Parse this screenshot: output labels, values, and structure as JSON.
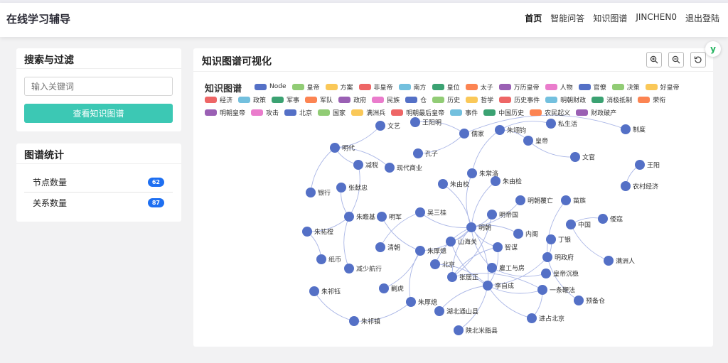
{
  "header": {
    "brand": "在线学习辅导",
    "nav": [
      "首页",
      "智能问答",
      "知识图谱",
      "JINCHEN0",
      "退出登陆"
    ]
  },
  "search_card": {
    "title": "搜索与过滤",
    "placeholder": "输入关键词",
    "button": "查看知识图谱"
  },
  "stats_card": {
    "title": "图谱统计",
    "items": [
      {
        "label": "节点数量",
        "value": "62"
      },
      {
        "label": "关系数量",
        "value": "87"
      }
    ]
  },
  "graph_card": {
    "title": "知识图谱可视化",
    "graph_title": "知识图谱",
    "tools": [
      "zoom-in-icon",
      "zoom-out-icon",
      "reset-icon"
    ],
    "palette": [
      "#5470c6",
      "#91cc75",
      "#fac858",
      "#ee6666",
      "#73c0de",
      "#3ba272",
      "#fc8452",
      "#9a60b4",
      "#ea7ccc"
    ],
    "legend": [
      "Node",
      "皇帝",
      "方案",
      "非皇帝",
      "南方",
      "皇位",
      "太子",
      "万历皇帝",
      "人物",
      "官僚",
      "决策",
      "好皇帝",
      "经济",
      "政策",
      "军事",
      "军队",
      "政府",
      "民族",
      "仓",
      "历史",
      "哲学",
      "历史事件",
      "明朝财政",
      "消极抵制",
      "荣衔",
      "明朝皇帝",
      "攻击",
      "北京",
      "国家",
      "满洲兵",
      "明朝最后皇帝",
      "事件",
      "中国历史",
      "农民起义",
      "财政破产"
    ],
    "node_color": "#5470c6",
    "nodes": [
      "文艺",
      "王阳明",
      "儒家",
      "朱翊钧",
      "私生活",
      "皇帝",
      "文官",
      "明代",
      "减税",
      "现代商业",
      "孔子",
      "朱常洛",
      "朱由校",
      "朱由检",
      "银行",
      "张献忠",
      "明朝覆亡",
      "苗族",
      "吴三桂",
      "朱瞻基",
      "明军",
      "朱祐樘",
      "明朝",
      "明帝国",
      "内阁",
      "丁银",
      "中国",
      "倭寇",
      "山海关",
      "智谋",
      "清朝",
      "朱厚熜",
      "纸币",
      "明政府",
      "满洲人",
      "北京",
      "减少航行",
      "张居正",
      "雇工与房",
      "皇帝沉稳",
      "李自成",
      "一条鞭法",
      "剿虎",
      "朱祁钰",
      "预备仓",
      "朱厚熄",
      "湖北通山县",
      "进占北京",
      "朱祁镇",
      "陕北米脂县",
      "农村经济",
      "制度",
      "王阳"
    ],
    "edges": [
      [
        "文艺",
        "明代"
      ],
      [
        "明代",
        "减税"
      ],
      [
        "明代",
        "现代商业"
      ],
      [
        "明代",
        "银行"
      ],
      [
        "减税",
        "朱瞻基"
      ],
      [
        "张献忠",
        "朱瞻基"
      ],
      [
        "朱瞻基",
        "朱祐樘"
      ],
      [
        "朱瞻基",
        "减少航行"
      ],
      [
        "朱祐樘",
        "纸币"
      ],
      [
        "明军",
        "朱厚熜"
      ],
      [
        "清朝",
        "吴三桂"
      ],
      [
        "吴三桂",
        "明朝"
      ],
      [
        "王阳明",
        "儒家"
      ],
      [
        "孔子",
        "儒家"
      ],
      [
        "儒家",
        "制度"
      ],
      [
        "朱翊钧",
        "朱常洛"
      ],
      [
        "朱翊钧",
        "私生活"
      ],
      [
        "皇帝",
        "文官"
      ],
      [
        "朱翊钧",
        "皇帝"
      ],
      [
        "朱常洛",
        "明朝"
      ],
      [
        "朱由校",
        "明朝"
      ],
      [
        "朱由检",
        "明朝"
      ],
      [
        "明朝覆亡",
        "明朝"
      ],
      [
        "明朝",
        "明帝国"
      ],
      [
        "明朝",
        "山海关"
      ],
      [
        "明朝",
        "张居正"
      ],
      [
        "明朝",
        "李自成"
      ],
      [
        "明朝",
        "北京"
      ],
      [
        "明朝",
        "朱厚熜"
      ],
      [
        "明朝",
        "智谋"
      ],
      [
        "明朝",
        "内阁"
      ],
      [
        "明朝",
        "雇工与房"
      ],
      [
        "明帝国",
        "张居正"
      ],
      [
        "智谋",
        "张居正"
      ],
      [
        "智谋",
        "李自成"
      ],
      [
        "山海关",
        "李自成"
      ],
      [
        "北京",
        "李自成"
      ],
      [
        "苗族",
        "明政府"
      ],
      [
        "中国",
        "倭寇"
      ],
      [
        "中国",
        "满洲人"
      ],
      [
        "丁银",
        "明政府"
      ],
      [
        "明政府",
        "预备仓"
      ],
      [
        "明政府",
        "李自成"
      ],
      [
        "李自成",
        "一条鞭法"
      ],
      [
        "一条鞭法",
        "进占北京"
      ],
      [
        "李自成",
        "进占北京"
      ],
      [
        "李自成",
        "陕北米脂县"
      ],
      [
        "李自成",
        "湖北通山县"
      ],
      [
        "朱厚熜",
        "剿虎"
      ],
      [
        "朱厚熜",
        "朱厚熄"
      ],
      [
        "朱厚熄",
        "朱祁镇"
      ],
      [
        "朱祁钰",
        "朱祁镇"
      ],
      [
        "张居正",
        "一条鞭法"
      ],
      [
        "雇工与房",
        "皇帝沉稳"
      ],
      [
        "农村经济",
        "王阳"
      ]
    ]
  }
}
